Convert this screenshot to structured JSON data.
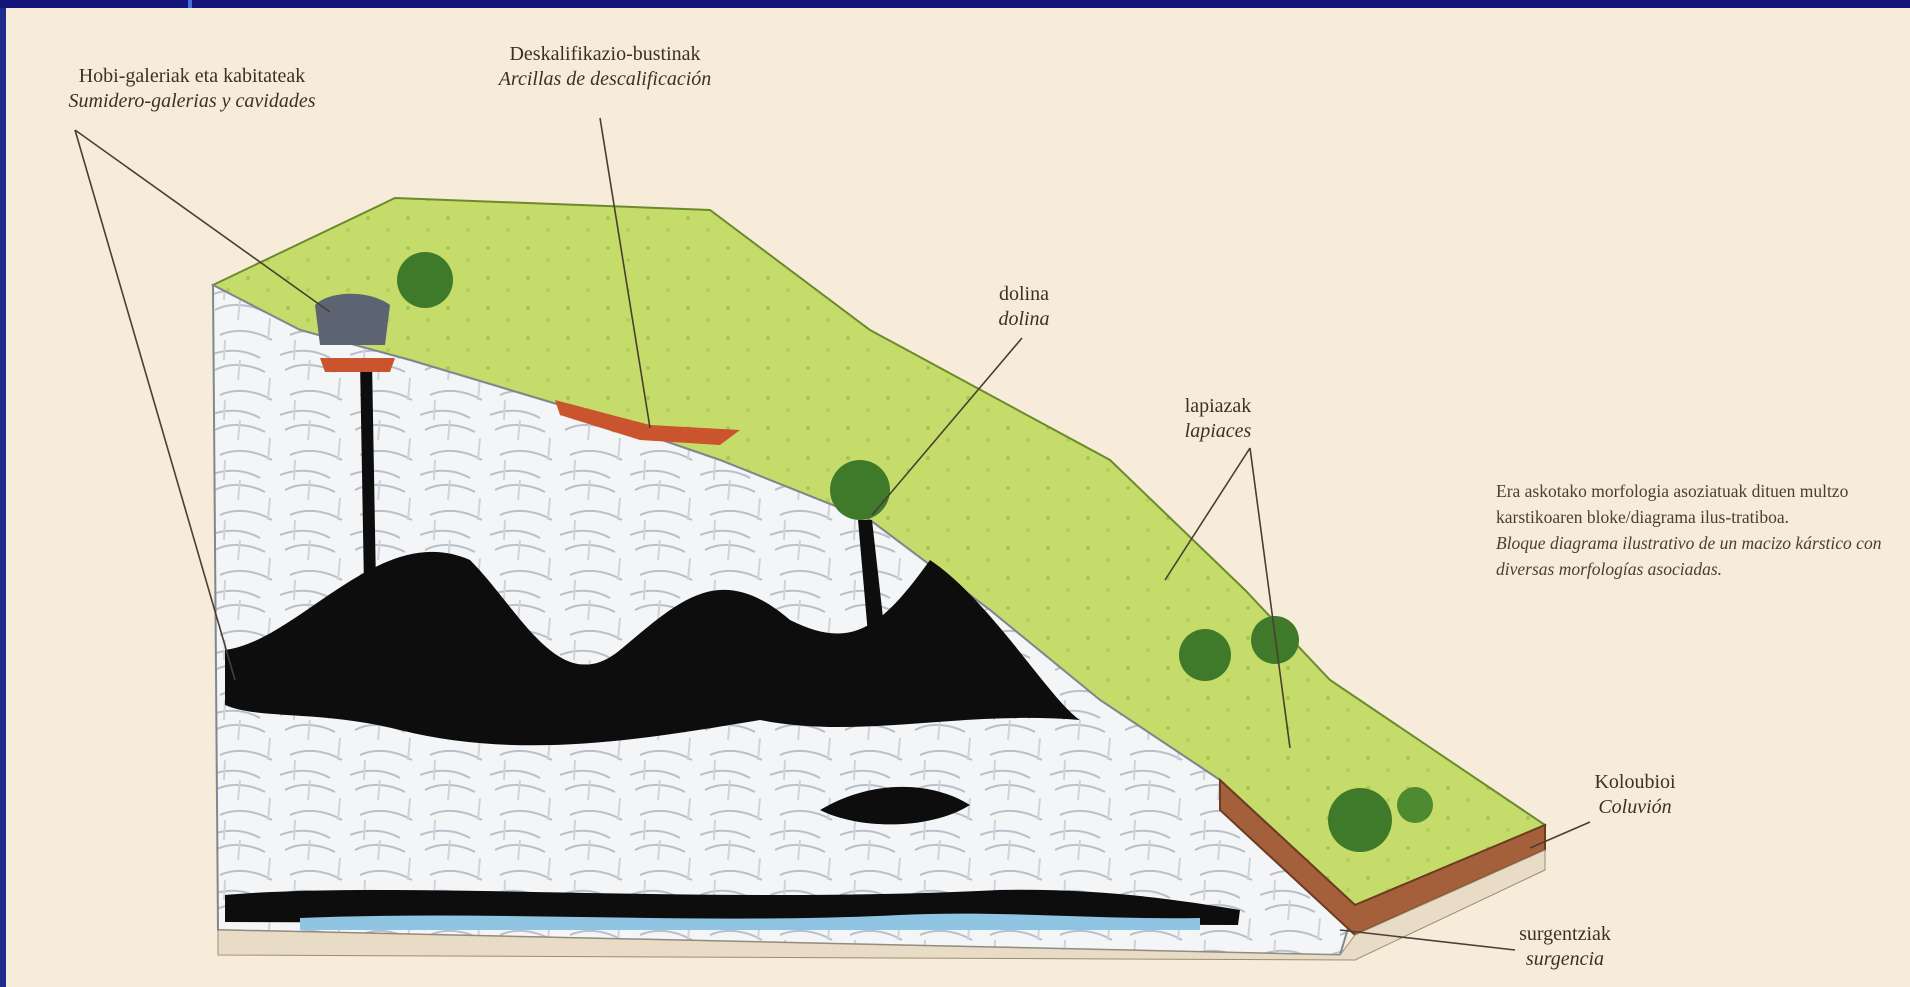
{
  "labels": {
    "sumidero": {
      "eu": "Hobi-galeriak eta kabitateak",
      "es": "Sumidero-galerias y cavidades"
    },
    "arcillas": {
      "eu": "Deskalifikazio-bustinak",
      "es": "Arcillas de descalificación"
    },
    "dolina": {
      "eu": "dolina",
      "es": "dolina"
    },
    "lapiaz": {
      "eu": "lapiazak",
      "es": "lapiaces"
    },
    "colusion": {
      "eu": "Koloubioi",
      "es": "Coluvión"
    },
    "surgencia": {
      "eu": "surgentziak",
      "es": "surgencia"
    }
  },
  "caption": {
    "eu": "Era askotako morfologia asoziatuak dituen multzo karstikoaren bloke/diagrama ilus-tratiboa.",
    "es": "Bloque diagrama ilustrativo de un macizo kárstico con diversas morfologías asociadas."
  },
  "colors": {
    "background": "#f6ecd9",
    "grass": "#c6dc6a",
    "rock": "#f4f5f7",
    "cave": "#0d0d0d",
    "water": "#8fc5e2",
    "clay": "#c9542e",
    "frame": "#14147a"
  }
}
